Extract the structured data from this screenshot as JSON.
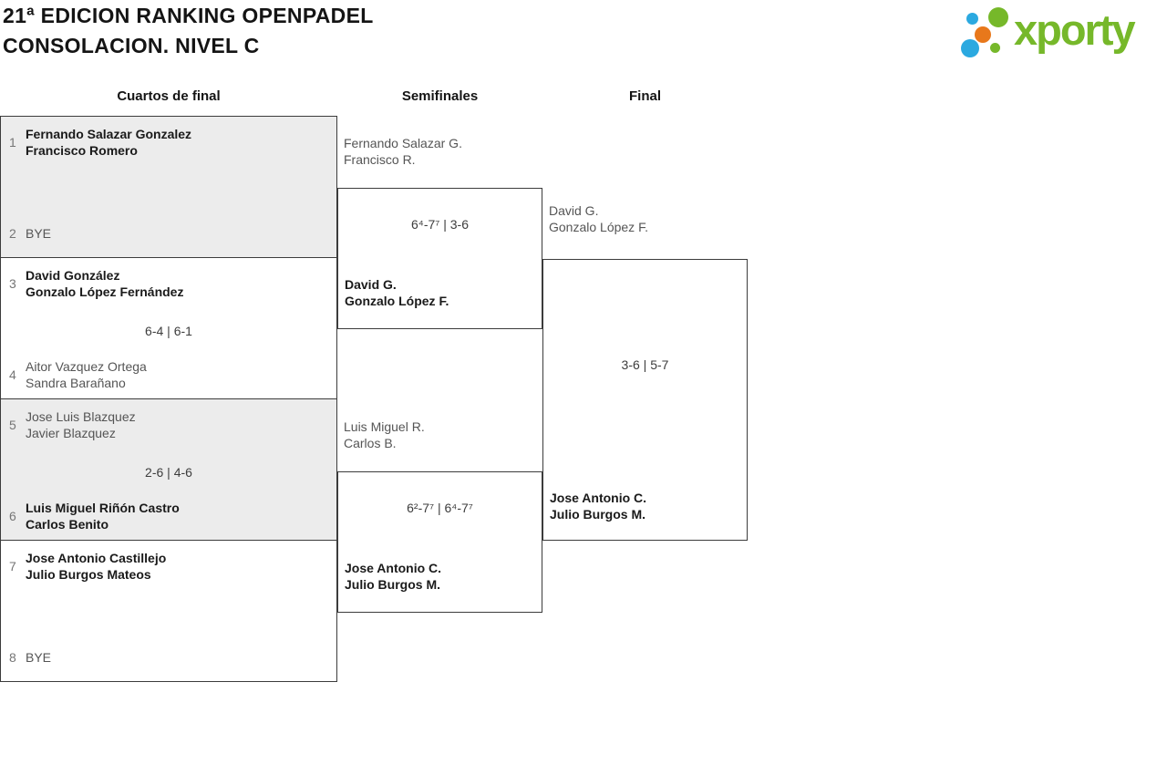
{
  "title": {
    "line1": "21ª EDICION RANKING OPENPADEL",
    "line2": "CONSOLACION. NIVEL C"
  },
  "logo": {
    "wordmark": "xporty",
    "green": "#76b82a",
    "blue": "#2ba9e0",
    "orange": "#e8781b"
  },
  "round_headers": {
    "quarterfinals": "Cuartos de final",
    "semifinals": "Semifinales",
    "final": "Final"
  },
  "bracket": {
    "quarterfinals": [
      {
        "a": {
          "seed": "1",
          "lines": [
            "Fernando Salazar Gonzalez",
            "Francisco Romero"
          ],
          "bold": true
        },
        "b": {
          "seed": "2",
          "lines": [
            "BYE"
          ],
          "bold": false
        },
        "score": ""
      },
      {
        "a": {
          "seed": "3",
          "lines": [
            "David González",
            "Gonzalo López Fernández"
          ],
          "bold": true
        },
        "b": {
          "seed": "4",
          "lines": [
            "Aitor Vazquez Ortega",
            "Sandra Barañano"
          ],
          "bold": false
        },
        "score": "6-4 | 6-1"
      },
      {
        "a": {
          "seed": "5",
          "lines": [
            "Jose Luis Blazquez",
            "Javier Blazquez"
          ],
          "bold": false
        },
        "b": {
          "seed": "6",
          "lines": [
            "Luis Miguel Riñón Castro",
            "Carlos Benito"
          ],
          "bold": true
        },
        "score": "2-6 | 4-6"
      },
      {
        "a": {
          "seed": "7",
          "lines": [
            "Jose Antonio Castillejo",
            "Julio Burgos Mateos"
          ],
          "bold": true
        },
        "b": {
          "seed": "8",
          "lines": [
            "BYE"
          ],
          "bold": false
        },
        "score": ""
      }
    ],
    "semifinals": [
      {
        "a": {
          "lines": [
            "Fernando Salazar G.",
            "Francisco R."
          ],
          "bold": false
        },
        "b": {
          "lines": [
            "David G.",
            "Gonzalo López F."
          ],
          "bold": true
        },
        "score": "6⁴-7⁷ | 3-6"
      },
      {
        "a": {
          "lines": [
            "Luis Miguel R.",
            "Carlos B."
          ],
          "bold": false
        },
        "b": {
          "lines": [
            "Jose Antonio C.",
            "Julio Burgos M."
          ],
          "bold": true
        },
        "score": "6²-7⁷ | 6⁴-7⁷"
      }
    ],
    "final": {
      "a": {
        "lines": [
          "David G.",
          "Gonzalo López F."
        ],
        "bold": false
      },
      "b": {
        "lines": [
          "Jose Antonio C.",
          "Julio Burgos M."
        ],
        "bold": true
      },
      "score": "3-6 | 5-7"
    }
  }
}
